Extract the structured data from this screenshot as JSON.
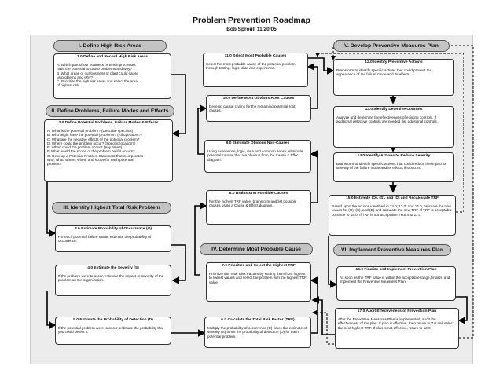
{
  "title": "Problem Prevention Roadmap",
  "subtitle": "Bob Sproull 11/20/05",
  "sections": {
    "s1": "I. Define High Risk Areas",
    "s2": "II. Define Problems, Failure Modes and Effects",
    "s3": "III. Identify Highest Total Risk Problem",
    "s4": "IV. Determine Most Probable Cause",
    "s5": "V. Develop Preventive Measures Plan",
    "s6": "VI. Implement Preventive Measures Plan"
  },
  "steps": {
    "b1": {
      "heading": "1.0 Define and Record High Risk Areas",
      "items": [
        "A. Which part of our business or which processes",
        "    have the potential to cause problems and why?",
        "B. What areas of our business or plant could cause",
        "    us problems and why?",
        "C. Prioritize the high risk areas and select the area",
        "    of highest risk."
      ]
    },
    "b2": {
      "heading": "2.0 Define Potential Problems, Failure Modes & Effects",
      "items": [
        "A. What is the potential problem? (Describe specifics)",
        "B. Who might have the potential problems? (All operators?)",
        "C. What are the negative effects of the potential problem?",
        "D. Where could the problem occur? (Specific location?)",
        "E. When could the problem occur? (Any time?)",
        "F. What would the scope of the problem be if it occurs?",
        "G. Develop a Potential Problem Statement that incorporates",
        "    who, what, where, when, and scope for each potential",
        "    problem."
      ]
    },
    "b3": {
      "heading": "3.0 Estimate Probability of Occurrence (O)",
      "text": "For each potential failure mode, estimate the probability of occurrence."
    },
    "b4": {
      "heading": "4.0 Estimate the Severity (S)",
      "text": "If the problem were to occur, estimate the impact or severity of the problem on the organization."
    },
    "b5": {
      "heading": "5.0 Estimate the Probability of Detection (D)",
      "text": "If the potential problem were to occur, estimate the probability that you could detect it."
    },
    "b6": {
      "heading": "6.0 Calculate the Total Risk Factor (TRF)",
      "text": "Multiply the probability of occurrence (O) times the estimate of severity (S) times the probability of detection (D) for each potential problem."
    },
    "b7": {
      "heading": "7.0 Prioritize and Select the Highest TRF",
      "text": "Prioritize the Total Risk Factors by sorting them from highest to lowest values and select the problem with the highest TRF value."
    },
    "b8": {
      "heading": "8.0 Brainstorm Possible Causes",
      "text": "For the highest TRF value, brainstorm and list possible causes using a Cause & Effect diagram."
    },
    "b9": {
      "heading": "9.0 Eliminate Obvious Non-Causes",
      "text": "Using experience, logic, data and common sense, eliminate potential causes that are obvious from the Cause & Effect diagram."
    },
    "b10": {
      "heading": "10.0 Define Most Obvious Root Causes",
      "text": "Develop causal chains for the remaining potential root causes."
    },
    "b11": {
      "heading": "11.0 Select Most Probable Causes",
      "text": "Select the most probable cause of the potential problem through testing, logic, data and experience."
    },
    "b12": {
      "heading": "12.0 Identify Preventive Actions",
      "text": "Brainstorm to identify specific actions that could prevent the appearance of the failure mode and its effects."
    },
    "b13": {
      "heading": "13.0 Identify Detective Controls",
      "text": "Analyze and determine the effectiveness of existing controls.  If additional detective controls are needed, list additional controls."
    },
    "b14": {
      "heading": "14.0 Identify Actions to Reduce Severity",
      "text": "Brainstorm to identify specific actions that could reduce the impact or severity of the failure mode and its effects if it occurs."
    },
    "b15": {
      "heading": "15.0 Estimate  (O), (S), and (D) and Recalculate TRF",
      "text": "Based upon the actions identified in 12.0, 13.0, and 14.0, estimate the new values for (O), (S), and (D) and calculate the new TRF.  If TRF is acceptable continue to 15.0.  If TRF is not acceptable, return to 11.0."
    },
    "b16": {
      "heading": "16.0 Finalize and Implement Prevention Plan",
      "text": "As soon as the TRF value is within the acceptable range, finalize and implement the Preventive Measures Plan."
    },
    "b17": {
      "heading": "17.0 Audit Effectiveness of Prevention Plan",
      "text": "After the Preventive Measures Plan is implemented, audit the effectiveness of the plan.  If plan is effective, then return to 7.0 and select the next highest TRF.  If plan is not effective, return to 12.0."
    }
  }
}
